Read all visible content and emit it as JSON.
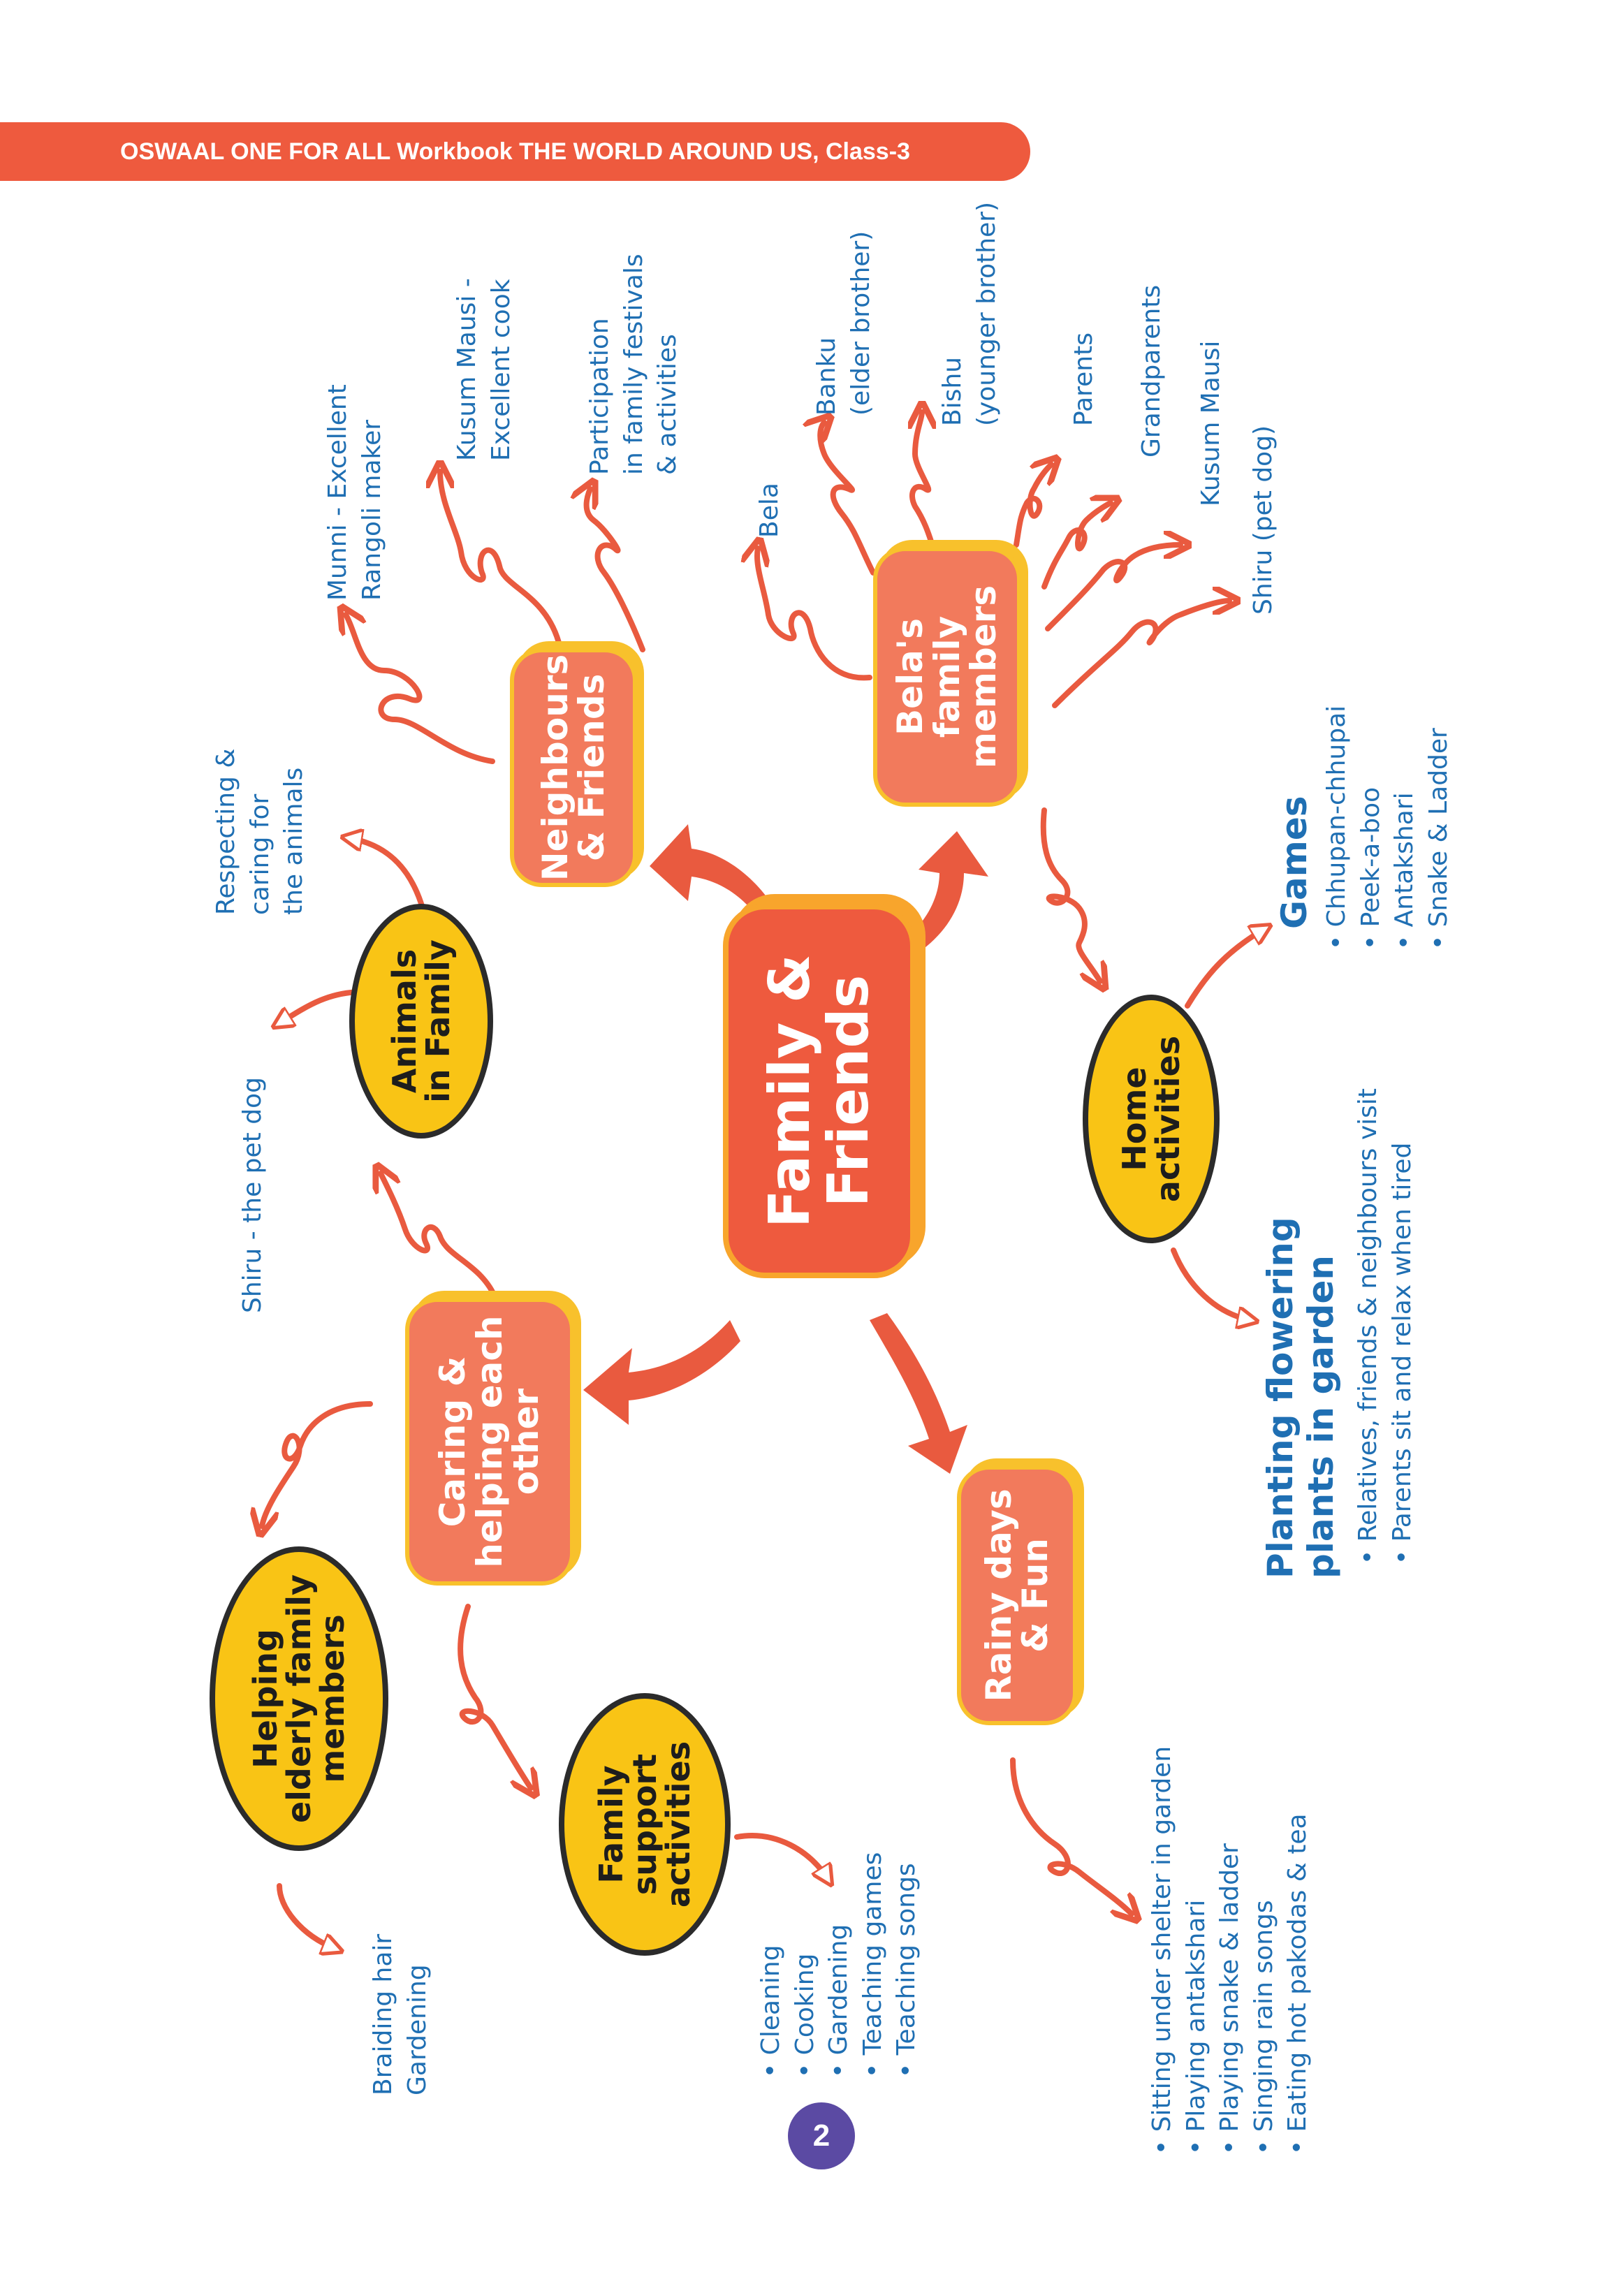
{
  "header": {
    "title": "OSWAAL ONE FOR ALL Workbook THE WORLD AROUND US, Class-3"
  },
  "page_number": "2",
  "colors": {
    "banner": "#ee5a3e",
    "node_box": "#f27a5c",
    "node_border": "#f8c12c",
    "oval": "#f9c415",
    "text_blue": "#1f6fb3",
    "arrow": "#e95a3f",
    "page_badge": "#5b4aa3"
  },
  "center": {
    "label": "Family &\nFriends"
  },
  "nodes": {
    "neighbours": "Neighbours\n& Friends",
    "bela_family": "Bela's\nfamily\nmembers",
    "caring": "Caring &\nhelping each\nother",
    "rainy": "Rainy days\n& Fun",
    "animals": "Animals\nin Family",
    "home": "Home\nactivities",
    "helping": "Helping\nelderly family\nmembers",
    "support": "Family\nsupport\nactivities"
  },
  "labels": {
    "munni": "Munni - Excellent\nRangoli maker",
    "kusum_cook": "Kusum Mausi -\nExcellent cook",
    "participation": "Participation\nin family festivals\n& activities",
    "bela": "Bela",
    "banku": "Banku\n(elder brother)",
    "bishu": "Bishu\n(younger brother)",
    "parents": "Parents",
    "grandparents": "Grandparents",
    "kusum": "Kusum Mausi",
    "shiru_pet": "Shiru (pet dog)",
    "respecting": "Respecting &\ncaring for\nthe animals",
    "shiru_dog": "Shiru - the pet dog",
    "games_heading": "Games",
    "games_list": "• Chhupan-chhupai\n• Peek-a-boo\n• Antakshari\n• Snake & Ladder",
    "planting_heading": "Planting flowering\nplants in garden",
    "planting_list": "• Relatives, friends & neighbours visit\n• Parents sit and relax when tired",
    "rainy_list": "• Sitting under shelter in garden\n• Playing antakshari\n• Playing snake & ladder\n• Singing rain songs\n• Eating hot pakodas & tea",
    "support_list": "• Cleaning\n• Cooking\n• Gardening\n• Teaching games\n• Teaching songs",
    "helping_list": "Braiding hair\nGardening"
  }
}
